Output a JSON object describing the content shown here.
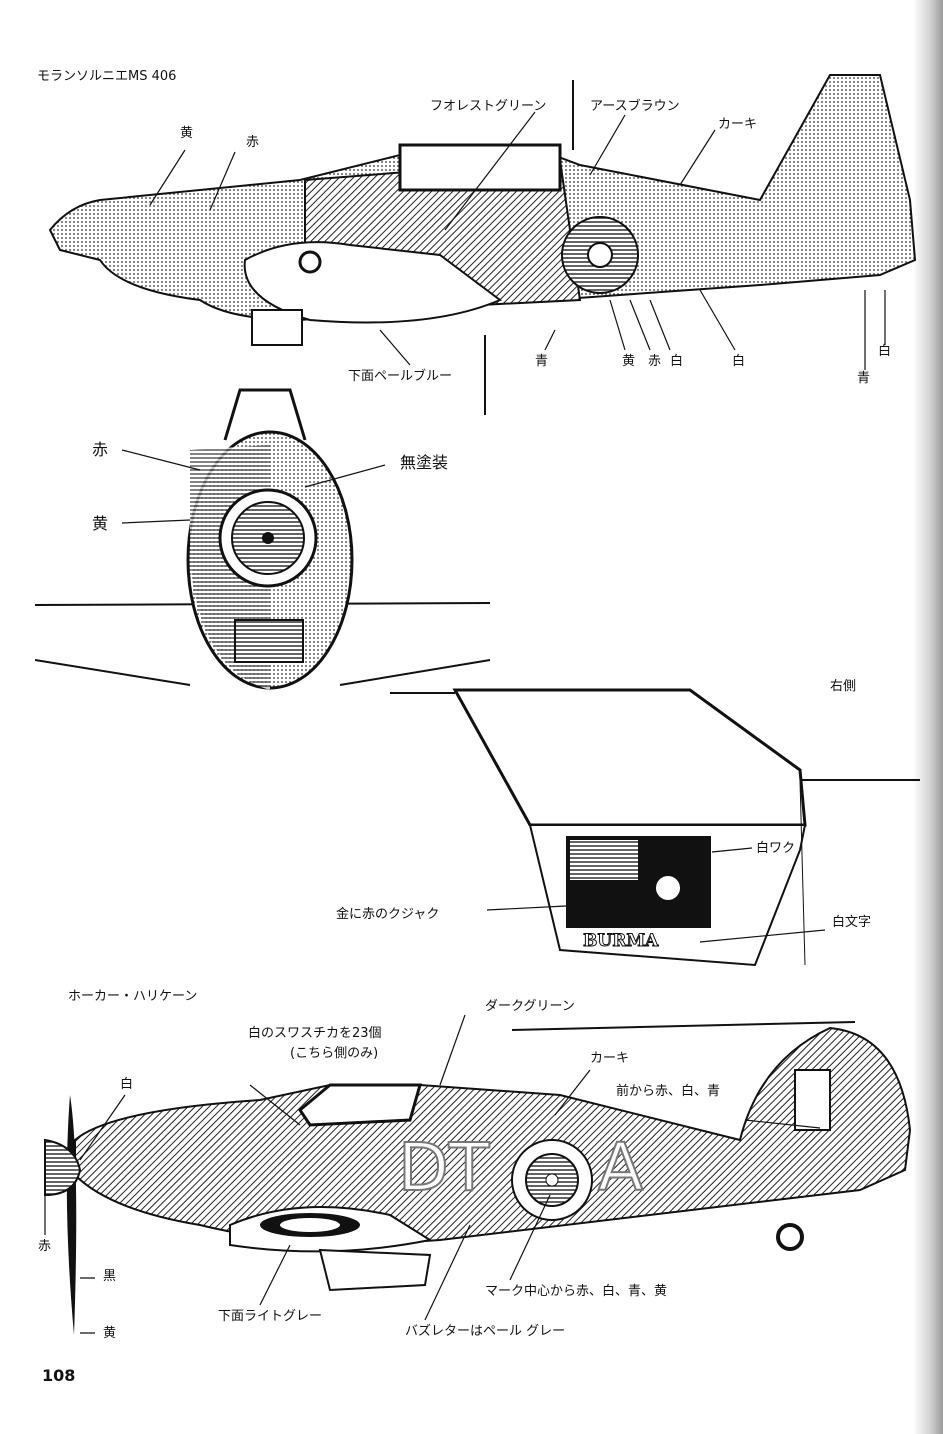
{
  "page_number": "108",
  "ms406": {
    "title": "モランソルニエMS 406",
    "labels": {
      "forest_green": "フオレストグリーン",
      "earth_brown": "アースブラウン",
      "khaki": "カーキ",
      "yellow": "黄",
      "red": "赤",
      "underside": "下面ペールブルー",
      "blue": "青",
      "roundel_yellow": "黄",
      "roundel_red": "赤",
      "roundel_white": "白",
      "stripe_white": "白",
      "tail_white": "白",
      "tail_blue": "青"
    }
  },
  "front_view": {
    "red": "赤",
    "yellow": "黄",
    "unpainted": "無塗装"
  },
  "cockpit_detail": {
    "side": "右側",
    "white_border": "白ワク",
    "peacock": "金に赤のクジャク",
    "white_letters": "白文字",
    "flag_text": "BURMA"
  },
  "hurricane": {
    "title": "ホーカー・ハリケーン",
    "labels": {
      "dark_green": "ダークグリーン",
      "swastika_note": "白のスワスチカを23個",
      "swastika_note2": "(こちら側のみ)",
      "khaki": "カーキ",
      "fin_flash": "前から赤、白、青",
      "spinner_white": "白",
      "spinner_red": "赤",
      "prop_black": "黒",
      "prop_yellow": "黄",
      "underside": "下面ライトグレー",
      "roundel": "マーク中心から赤、白、青、黄",
      "codes": "DT",
      "code_letter": "A",
      "fuselage_note": "バズレターはペール グレー"
    }
  }
}
